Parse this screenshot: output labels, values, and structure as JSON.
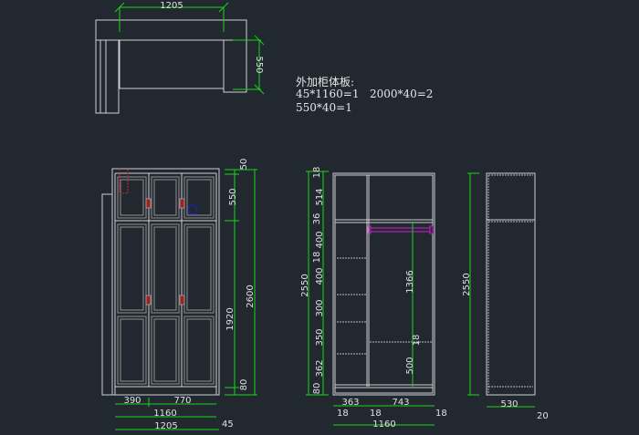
{
  "plan_view": {
    "width_dim": "1205",
    "depth_dim": "550"
  },
  "notes": {
    "title": "外加柜体板:",
    "line1": "45*1160=1   2000*40=2",
    "line2": "550*40=1"
  },
  "front_view": {
    "dims_right": [
      "50",
      "550",
      "1920",
      "80"
    ],
    "total_height": "2600",
    "dims_bottom": [
      "390",
      "770"
    ],
    "inner_width": "1160",
    "outer_width": "1205",
    "side_offset": "45"
  },
  "interior_view": {
    "total_height": "2550",
    "dims_left": [
      "18",
      "514",
      "36",
      "400",
      "18",
      "400",
      "300",
      "350",
      "362",
      "80"
    ],
    "hanging_height": "1366",
    "lower_dims": [
      "500",
      "18"
    ],
    "dims_bottom": [
      "363",
      "743"
    ],
    "thickness": [
      "18",
      "18",
      "18"
    ],
    "inner_width": "1160"
  },
  "side_view": {
    "total_height": "2550",
    "depth": "530",
    "offset": "20"
  },
  "colors": {
    "dimension": "#19d419",
    "line": "#d0d0d0",
    "rail": "#d020d0",
    "background": "#212830"
  }
}
